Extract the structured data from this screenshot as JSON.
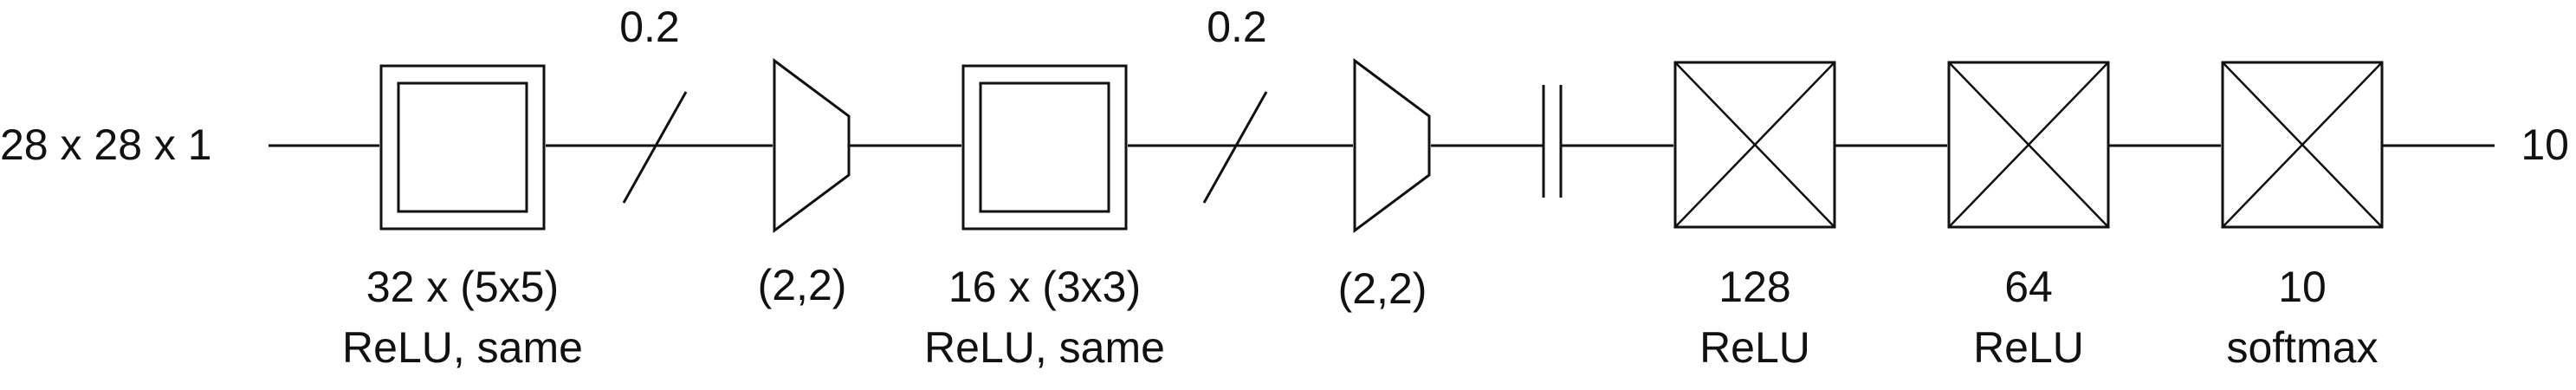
{
  "input": {
    "label": "28 x 28 x 1"
  },
  "output": {
    "label": "10"
  },
  "conv1": {
    "line1": "32 x (5x5)",
    "line2": "ReLU, same"
  },
  "dropout1": {
    "label": "0.2"
  },
  "pool1": {
    "label": "(2,2)"
  },
  "conv2": {
    "line1": "16 x (3x3)",
    "line2": "ReLU, same"
  },
  "dropout2": {
    "label": "0.2"
  },
  "pool2": {
    "label": "(2,2)"
  },
  "dense1": {
    "line1": "128",
    "line2": "ReLU"
  },
  "dense2": {
    "line1": "64",
    "line2": "ReLU"
  },
  "dense3": {
    "line1": "10",
    "line2": "softmax"
  },
  "colors": {
    "stroke": "#111111",
    "background": "#ffffff"
  }
}
